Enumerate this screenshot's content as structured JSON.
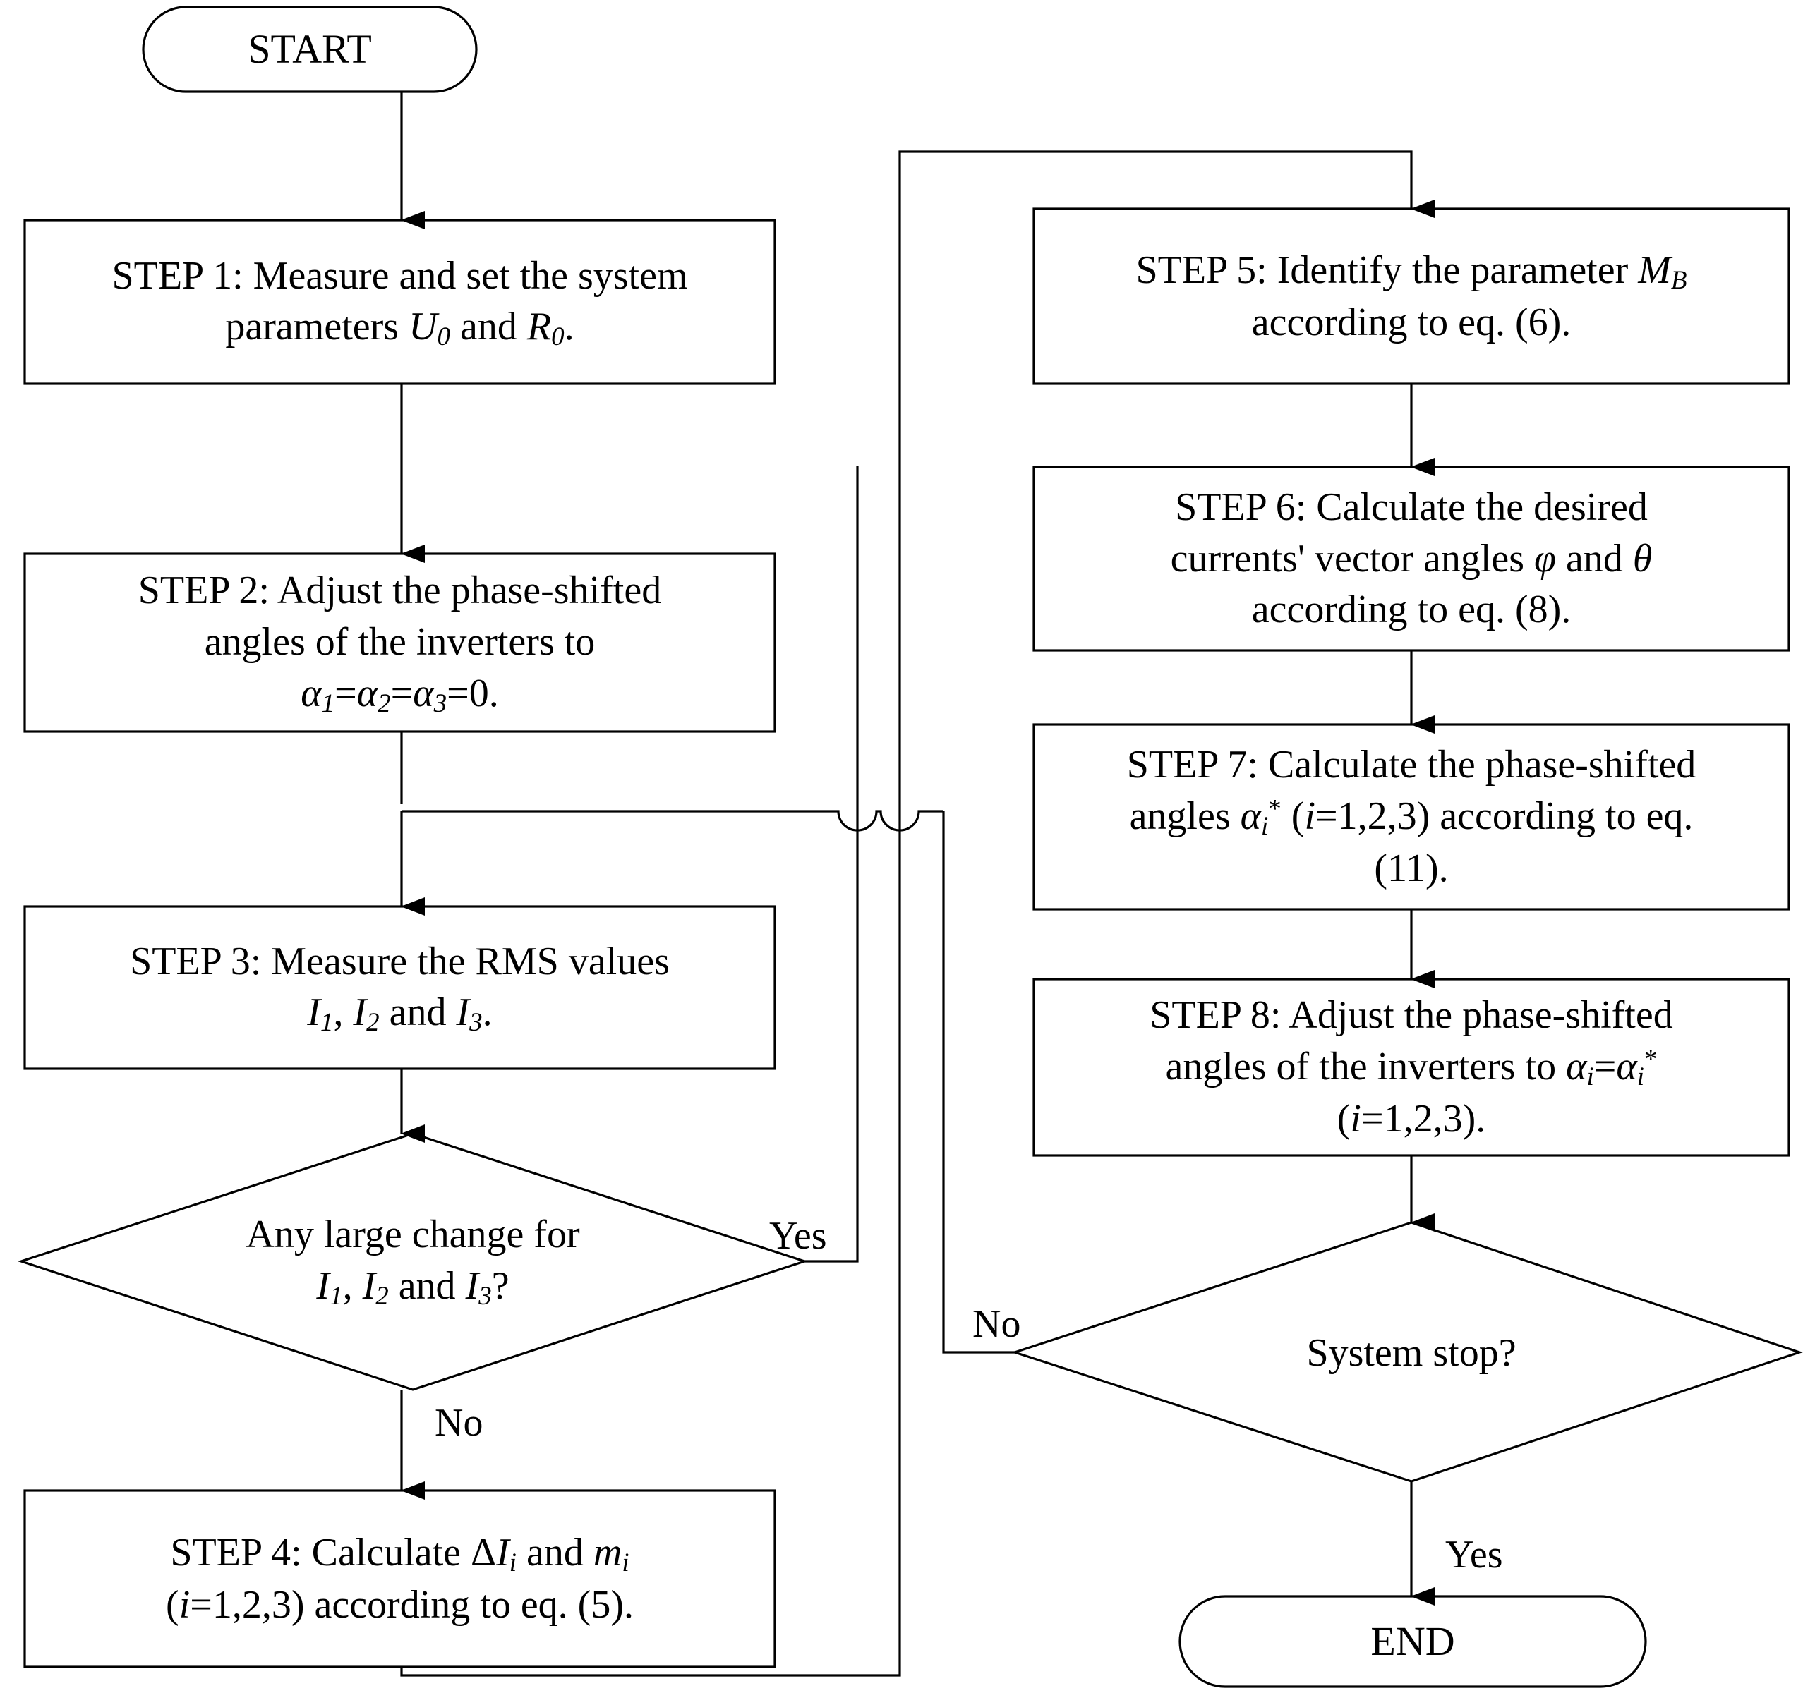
{
  "diagram": {
    "title": "Control algorithm flowchart",
    "stroke_color": "#000000",
    "fill_color": "#ffffff",
    "nodes": {
      "start": {
        "label": "START",
        "shape": "terminator"
      },
      "step1": {
        "label": "STEP 1: Measure and set the system parameters U0 and R0.",
        "shape": "process"
      },
      "step2": {
        "label": "STEP 2:  Adjust the phase-shifted angles of the inverters to α1=α2=α3=0.",
        "shape": "process"
      },
      "step3": {
        "label": "STEP 3: Measure the RMS values I1, I2 and I3.",
        "shape": "process"
      },
      "decision1": {
        "label": "Any large change for I1, I2 and I3?",
        "shape": "decision"
      },
      "step4": {
        "label": "STEP 4: Calculate ΔIi and mi (i=1,2,3) according to eq. (5).",
        "shape": "process"
      },
      "step5": {
        "label": "STEP 5: Identify the parameter MB according to eq. (6).",
        "shape": "process"
      },
      "step6": {
        "label": "STEP 6: Calculate the desired currents' vector angles φ and θ according to eq. (8).",
        "shape": "process"
      },
      "step7": {
        "label": "STEP 7: Calculate the phase-shifted angles αi* (i=1,2,3)  according to eq. (11).",
        "shape": "process"
      },
      "step8": {
        "label": "STEP 8: Adjust the phase-shifted angles of the inverters to αi=αi* (i=1,2,3).",
        "shape": "process"
      },
      "decision2": {
        "label": "System stop?",
        "shape": "decision"
      },
      "end": {
        "label": "END",
        "shape": "terminator"
      }
    },
    "edge_labels": {
      "d1_yes": "Yes",
      "d1_no": "No",
      "d2_no": "No",
      "d2_yes": "Yes"
    }
  }
}
